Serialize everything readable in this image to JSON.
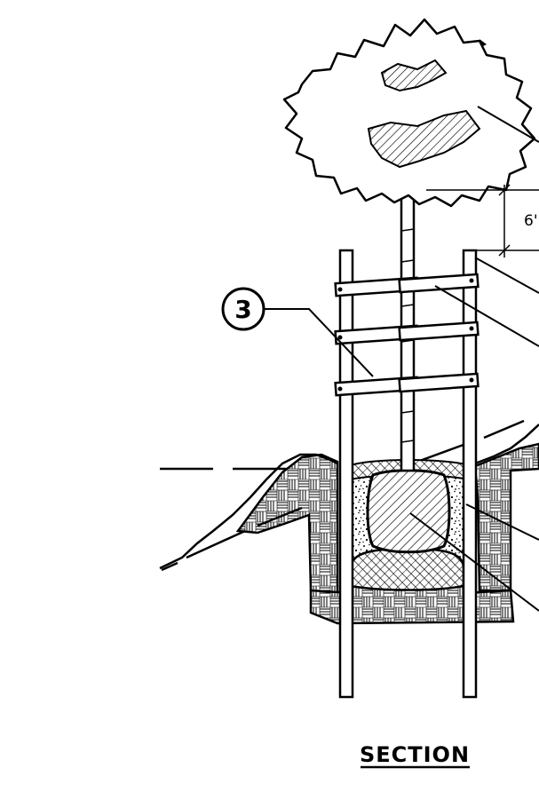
{
  "drawing": {
    "title": "SECTION",
    "callout_number": "3",
    "dimension_label": "6'"
  },
  "colors": {
    "line": "#000000",
    "background": "#ffffff"
  },
  "icons": [
    "tree-canopy",
    "tree-stake",
    "tie-strap",
    "root-ball",
    "soil-hatch",
    "callout-bubble"
  ]
}
